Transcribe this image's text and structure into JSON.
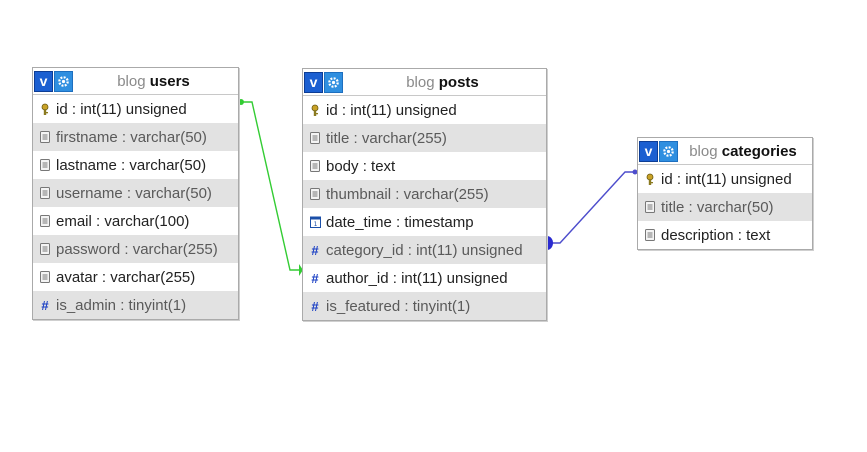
{
  "tables": {
    "users": {
      "schema": "blog",
      "name": "users",
      "fields": [
        {
          "name": "id",
          "type": "int(11) unsigned",
          "icon": "key-icon"
        },
        {
          "name": "firstname",
          "type": "varchar(50)",
          "icon": "text-field-icon"
        },
        {
          "name": "lastname",
          "type": "varchar(50)",
          "icon": "text-field-icon"
        },
        {
          "name": "username",
          "type": "varchar(50)",
          "icon": "text-field-icon"
        },
        {
          "name": "email",
          "type": "varchar(100)",
          "icon": "text-field-icon"
        },
        {
          "name": "password",
          "type": "varchar(255)",
          "icon": "text-field-icon"
        },
        {
          "name": "avatar",
          "type": "varchar(255)",
          "icon": "text-field-icon"
        },
        {
          "name": "is_admin",
          "type": "tinyint(1)",
          "icon": "number-field-icon"
        }
      ]
    },
    "posts": {
      "schema": "blog",
      "name": "posts",
      "fields": [
        {
          "name": "id",
          "type": "int(11) unsigned",
          "icon": "key-icon"
        },
        {
          "name": "title",
          "type": "varchar(255)",
          "icon": "text-field-icon"
        },
        {
          "name": "body",
          "type": "text",
          "icon": "text-field-icon"
        },
        {
          "name": "thumbnail",
          "type": "varchar(255)",
          "icon": "text-field-icon"
        },
        {
          "name": "date_time",
          "type": "timestamp",
          "icon": "date-field-icon"
        },
        {
          "name": "category_id",
          "type": "int(11) unsigned",
          "icon": "number-field-icon"
        },
        {
          "name": "author_id",
          "type": "int(11) unsigned",
          "icon": "number-field-icon"
        },
        {
          "name": "is_featured",
          "type": "tinyint(1)",
          "icon": "number-field-icon"
        }
      ]
    },
    "categories": {
      "schema": "blog",
      "name": "categories",
      "fields": [
        {
          "name": "id",
          "type": "int(11) unsigned",
          "icon": "key-icon"
        },
        {
          "name": "title",
          "type": "varchar(50)",
          "icon": "text-field-icon"
        },
        {
          "name": "description",
          "type": "text",
          "icon": "text-field-icon"
        }
      ]
    }
  },
  "header_buttons": {
    "toggle": "v",
    "options_icon": "gear-icon"
  },
  "relations": [
    {
      "from": "users.id",
      "to": "posts.author_id",
      "color": "#33cc33"
    },
    {
      "from": "posts.category_id",
      "to": "categories.id",
      "color": "#4d4dcc"
    }
  ],
  "colors": {
    "header_v": "#1b5fd1",
    "gear": "#2f8fe0",
    "alt_row": "#e2e2e2",
    "hash": "#1a3fc4"
  }
}
